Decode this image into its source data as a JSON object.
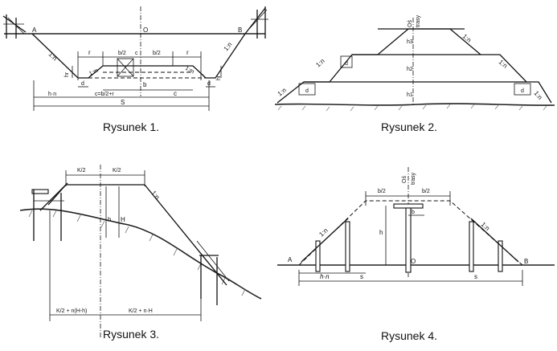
{
  "captions": {
    "fig1": "Rysunek 1.",
    "fig2": "Rysunek 2.",
    "fig3": "Rysunek 3.",
    "fig4": "Rysunek 4."
  },
  "fig1": {
    "point_a": "A",
    "point_o": "O",
    "point_b": "B",
    "slope_left": "1:n",
    "slope_right": "1:n",
    "r_left": "r",
    "b_half_left": "b/2",
    "c_top": "c",
    "b_half_right": "b/2",
    "r_right": "r",
    "m_left": "1:m",
    "m_right": "1:m",
    "hr_left": "hr",
    "hr_right": "hr",
    "d_left": "d",
    "d_right": "d",
    "b_bottom": "b",
    "hn": "h·n",
    "c_formula": "c=b/2+r",
    "c_right": "c",
    "s": "S"
  },
  "fig2": {
    "axis": "Oś",
    "axis2": "trasy",
    "h3": "h3",
    "h2": "h2",
    "h1": "h1",
    "slope": "1:n",
    "d": "d"
  },
  "fig3": {
    "k2_left": "K/2",
    "k2_right": "K/2",
    "slope": "1:n",
    "h": "h",
    "H": "H",
    "formula_left": "K/2 + n(H-h)",
    "formula_right": "K/2 + n·H"
  },
  "fig4": {
    "axis": "Oś",
    "axis2": "trasy",
    "b_half_left": "b/2",
    "b_half_right": "b/2",
    "slope_left": "1:n",
    "slope_right": "1:n",
    "h": "h",
    "b": "b",
    "point_a": "A",
    "point_o": "O",
    "point_b": "B",
    "hn": "h·n",
    "s_left": "s",
    "s_right": "s"
  }
}
